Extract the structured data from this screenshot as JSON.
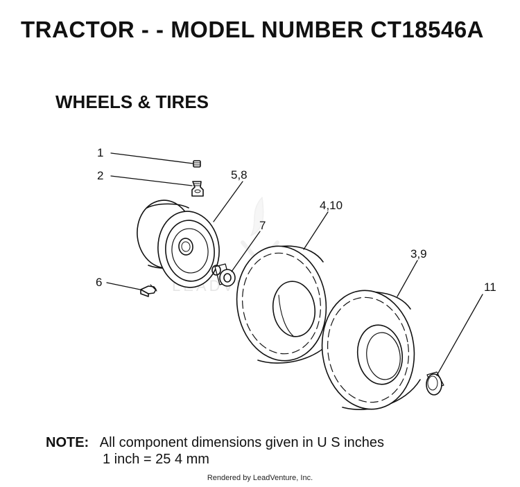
{
  "header": {
    "title": "TRACTOR - - MODEL NUMBER CT18546A"
  },
  "section": {
    "title": "WHEELS & TIRES"
  },
  "callouts": {
    "c1": "1",
    "c2": "2",
    "c58": "5,8",
    "c7": "7",
    "c6": "6",
    "c410": "4,10",
    "c39": "3,9",
    "c11": "11"
  },
  "watermark": {
    "text": "LEADVENTURE"
  },
  "note": {
    "label": "NOTE:",
    "line1": "All component dimensions given in U S  inches",
    "line2": "1 inch = 25 4 mm"
  },
  "footer": {
    "credit": "Rendered by LeadVenture, Inc."
  }
}
